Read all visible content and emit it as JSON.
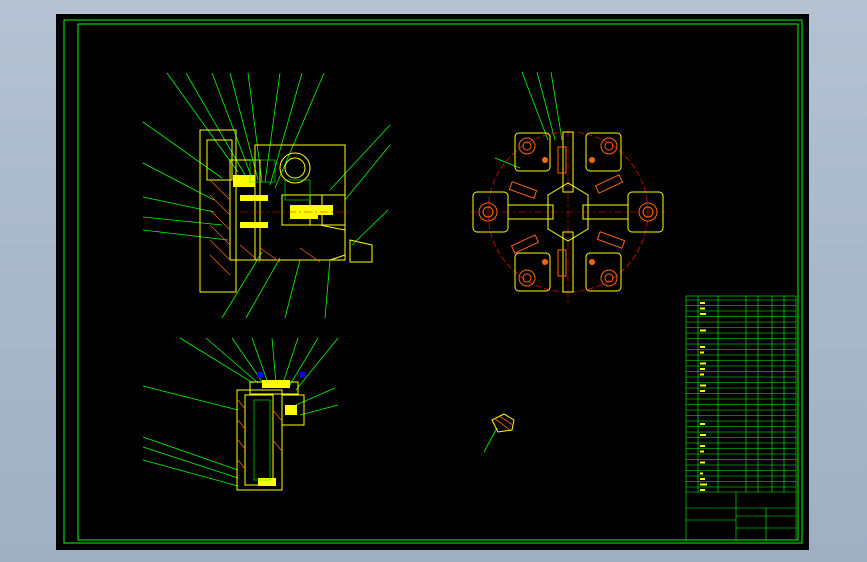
{
  "window": {
    "background": "#a9b8c9",
    "canvas_background": "#000000"
  },
  "drawing": {
    "line_color": "#00ff00",
    "part_color": "#ffff00",
    "section_color": "#ff6600",
    "center_line_color": "#ff0000",
    "accent_color": "#0000ff",
    "views": [
      "front-section-view",
      "side-view",
      "top-view-chuck",
      "detail-view"
    ],
    "title_block": {
      "present": true,
      "illegible_text": true
    }
  }
}
